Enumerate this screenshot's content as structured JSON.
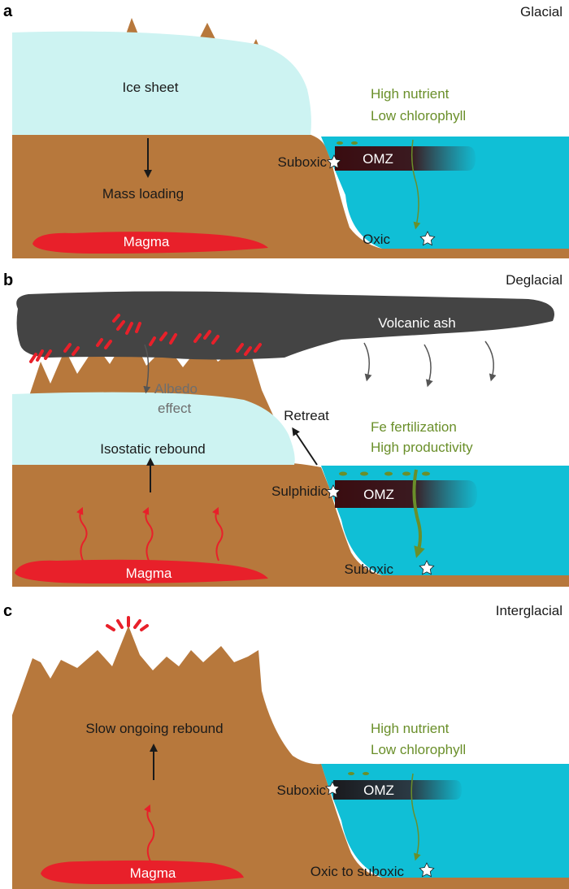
{
  "colors": {
    "land": "#b7783c",
    "ice": "#cdf3f2",
    "ocean": "#10bfd6",
    "magma": "#e8202a",
    "omz": "#3a0c10",
    "ash": "#444444",
    "green": "#6a8f2a",
    "grey": "#6e6e6e"
  },
  "panels": {
    "a": {
      "letter": "a",
      "title": "Glacial",
      "ice_label": "Ice sheet",
      "arrow_label": "Mass loading",
      "magma_label": "Magma",
      "nutrient_line1": "High nutrient",
      "nutrient_line2": "Low chlorophyll",
      "shelf_label": "Suboxic",
      "omz_label": "OMZ",
      "floor_label": "Oxic"
    },
    "b": {
      "letter": "b",
      "title": "Deglacial",
      "ash_label": "Volcanic ash",
      "albedo_line1": "Albedo",
      "albedo_line2": "effect",
      "retreat_label": "Retreat",
      "rebound_label": "Isostatic rebound",
      "magma_label": "Magma",
      "nutrient_line1": "Fe fertilization",
      "nutrient_line2": "High productivity",
      "shelf_label": "Sulphidic",
      "omz_label": "OMZ",
      "floor_label": "Suboxic"
    },
    "c": {
      "letter": "c",
      "title": "Interglacial",
      "rebound_label": "Slow ongoing rebound",
      "magma_label": "Magma",
      "nutrient_line1": "High nutrient",
      "nutrient_line2": "Low chlorophyll",
      "shelf_label": "Suboxic",
      "omz_label": "OMZ",
      "floor_label": "Oxic to suboxic"
    }
  }
}
